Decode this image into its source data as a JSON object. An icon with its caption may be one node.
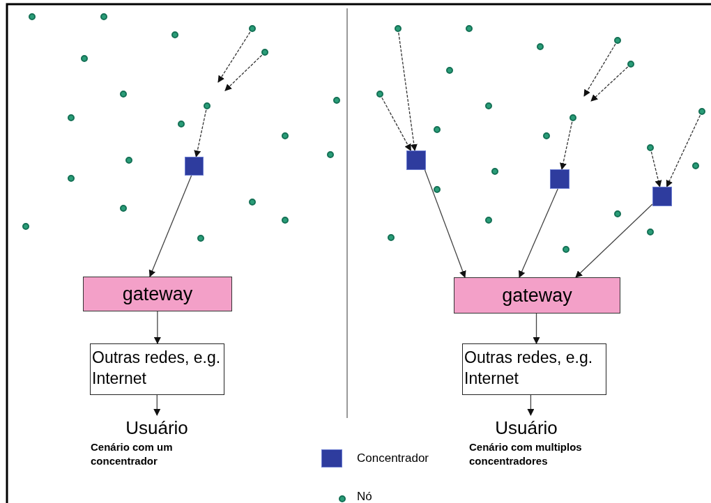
{
  "diagram": {
    "nodes": [
      {
        "text": [],
        "shape": "circle"
      },
      {
        "text": [],
        "shape": "circle"
      },
      {
        "text": [],
        "shape": "circle"
      },
      {
        "text": [],
        "shape": "circle"
      },
      {
        "text": [],
        "shape": "circle"
      },
      {
        "text": [],
        "shape": "circle"
      },
      {
        "text": [],
        "shape": "circle"
      },
      {
        "text": [],
        "shape": "circle"
      },
      {
        "text": [],
        "shape": "circle"
      },
      {
        "text": [],
        "shape": "circle"
      },
      {
        "text": [],
        "shape": "circle"
      },
      {
        "text": [],
        "shape": "circle"
      },
      {
        "text": [],
        "shape": "circle"
      },
      {
        "text": [],
        "shape": "circle"
      },
      {
        "text": [],
        "shape": "circle"
      },
      {
        "text": [],
        "shape": "circle"
      },
      {
        "text": [],
        "shape": "circle"
      },
      {
        "text": [],
        "shape": "circle"
      },
      {
        "text": [],
        "shape": "circle"
      },
      {
        "text": [],
        "shape": "circle"
      },
      {
        "text": [],
        "shape": "box"
      },
      {
        "text": [
          "gateway"
        ]
      },
      {
        "text": [
          "Outras redes, e.g. Internet"
        ]
      },
      {
        "text": [
          "Usuário"
        ]
      },
      {
        "text": [],
        "shape": "circle"
      },
      {
        "text": [],
        "shape": "circle"
      },
      {
        "text": [],
        "shape": "circle"
      },
      {
        "text": [],
        "shape": "circle"
      },
      {
        "text": [],
        "shape": "circle"
      },
      {
        "text": [],
        "shape": "circle"
      },
      {
        "text": [],
        "shape": "circle"
      },
      {
        "text": [],
        "shape": "circle"
      },
      {
        "text": [],
        "shape": "circle"
      },
      {
        "text": [],
        "shape": "circle"
      },
      {
        "text": [],
        "shape": "circle"
      },
      {
        "text": [],
        "shape": "circle"
      },
      {
        "text": [],
        "shape": "circle"
      },
      {
        "text": [],
        "shape": "circle"
      },
      {
        "text": [],
        "shape": "circle"
      },
      {
        "text": [],
        "shape": "circle"
      },
      {
        "text": [],
        "shape": "circle"
      },
      {
        "text": [],
        "shape": "circle"
      },
      {
        "text": [],
        "shape": "circle"
      },
      {
        "text": [],
        "shape": "circle"
      },
      {
        "text": [],
        "shape": "circle"
      },
      {
        "text": [],
        "shape": "box"
      },
      {
        "text": [],
        "shape": "box"
      },
      {
        "text": [],
        "shape": "box"
      },
      {
        "text": [
          "gateway"
        ]
      },
      {
        "text": [
          "Outras redes, e.g. Internet"
        ]
      },
      {
        "text": [
          "Usuário"
        ]
      }
    ],
    "edges": [
      {
        "from": 2,
        "to": null,
        "arrow": "to",
        "style": "dashed"
      },
      {
        "from": 4,
        "to": null,
        "arrow": "to",
        "style": "dashed"
      },
      {
        "from": 8,
        "to": 20,
        "arrow": "to",
        "style": "dashed"
      },
      {
        "from": 20,
        "to": 21,
        "arrow": "to"
      },
      {
        "from": 21,
        "to": 22,
        "arrow": "to"
      },
      {
        "from": 22,
        "to": 23,
        "arrow": "to"
      },
      {
        "from": 24,
        "to": 45,
        "arrow": "to",
        "style": "dashed"
      },
      {
        "from": 30,
        "to": 45,
        "arrow": "to",
        "style": "dashed"
      },
      {
        "from": 26,
        "to": null,
        "arrow": "to",
        "style": "dashed"
      },
      {
        "from": 28,
        "to": null,
        "arrow": "to",
        "style": "dashed"
      },
      {
        "from": 33,
        "to": 46,
        "arrow": "to",
        "style": "dashed"
      },
      {
        "from": 36,
        "to": 47,
        "arrow": "to",
        "style": "dashed"
      },
      {
        "from": 32,
        "to": 47,
        "arrow": "to",
        "style": "dashed"
      },
      {
        "from": 45,
        "to": 48,
        "arrow": "to"
      },
      {
        "from": 46,
        "to": 48,
        "arrow": "to"
      },
      {
        "from": 47,
        "to": 48,
        "arrow": "to"
      },
      {
        "from": 48,
        "to": 49,
        "arrow": "to"
      },
      {
        "from": 49,
        "to": 50,
        "arrow": "to"
      }
    ],
    "labels": [
      "Cenário com um concentrador",
      "Cenário com multiplos concentradores"
    ],
    "legend": [
      {
        "text": "Concentrador",
        "color": "#2e3c9e"
      },
      {
        "text": "Nó"
      }
    ]
  }
}
